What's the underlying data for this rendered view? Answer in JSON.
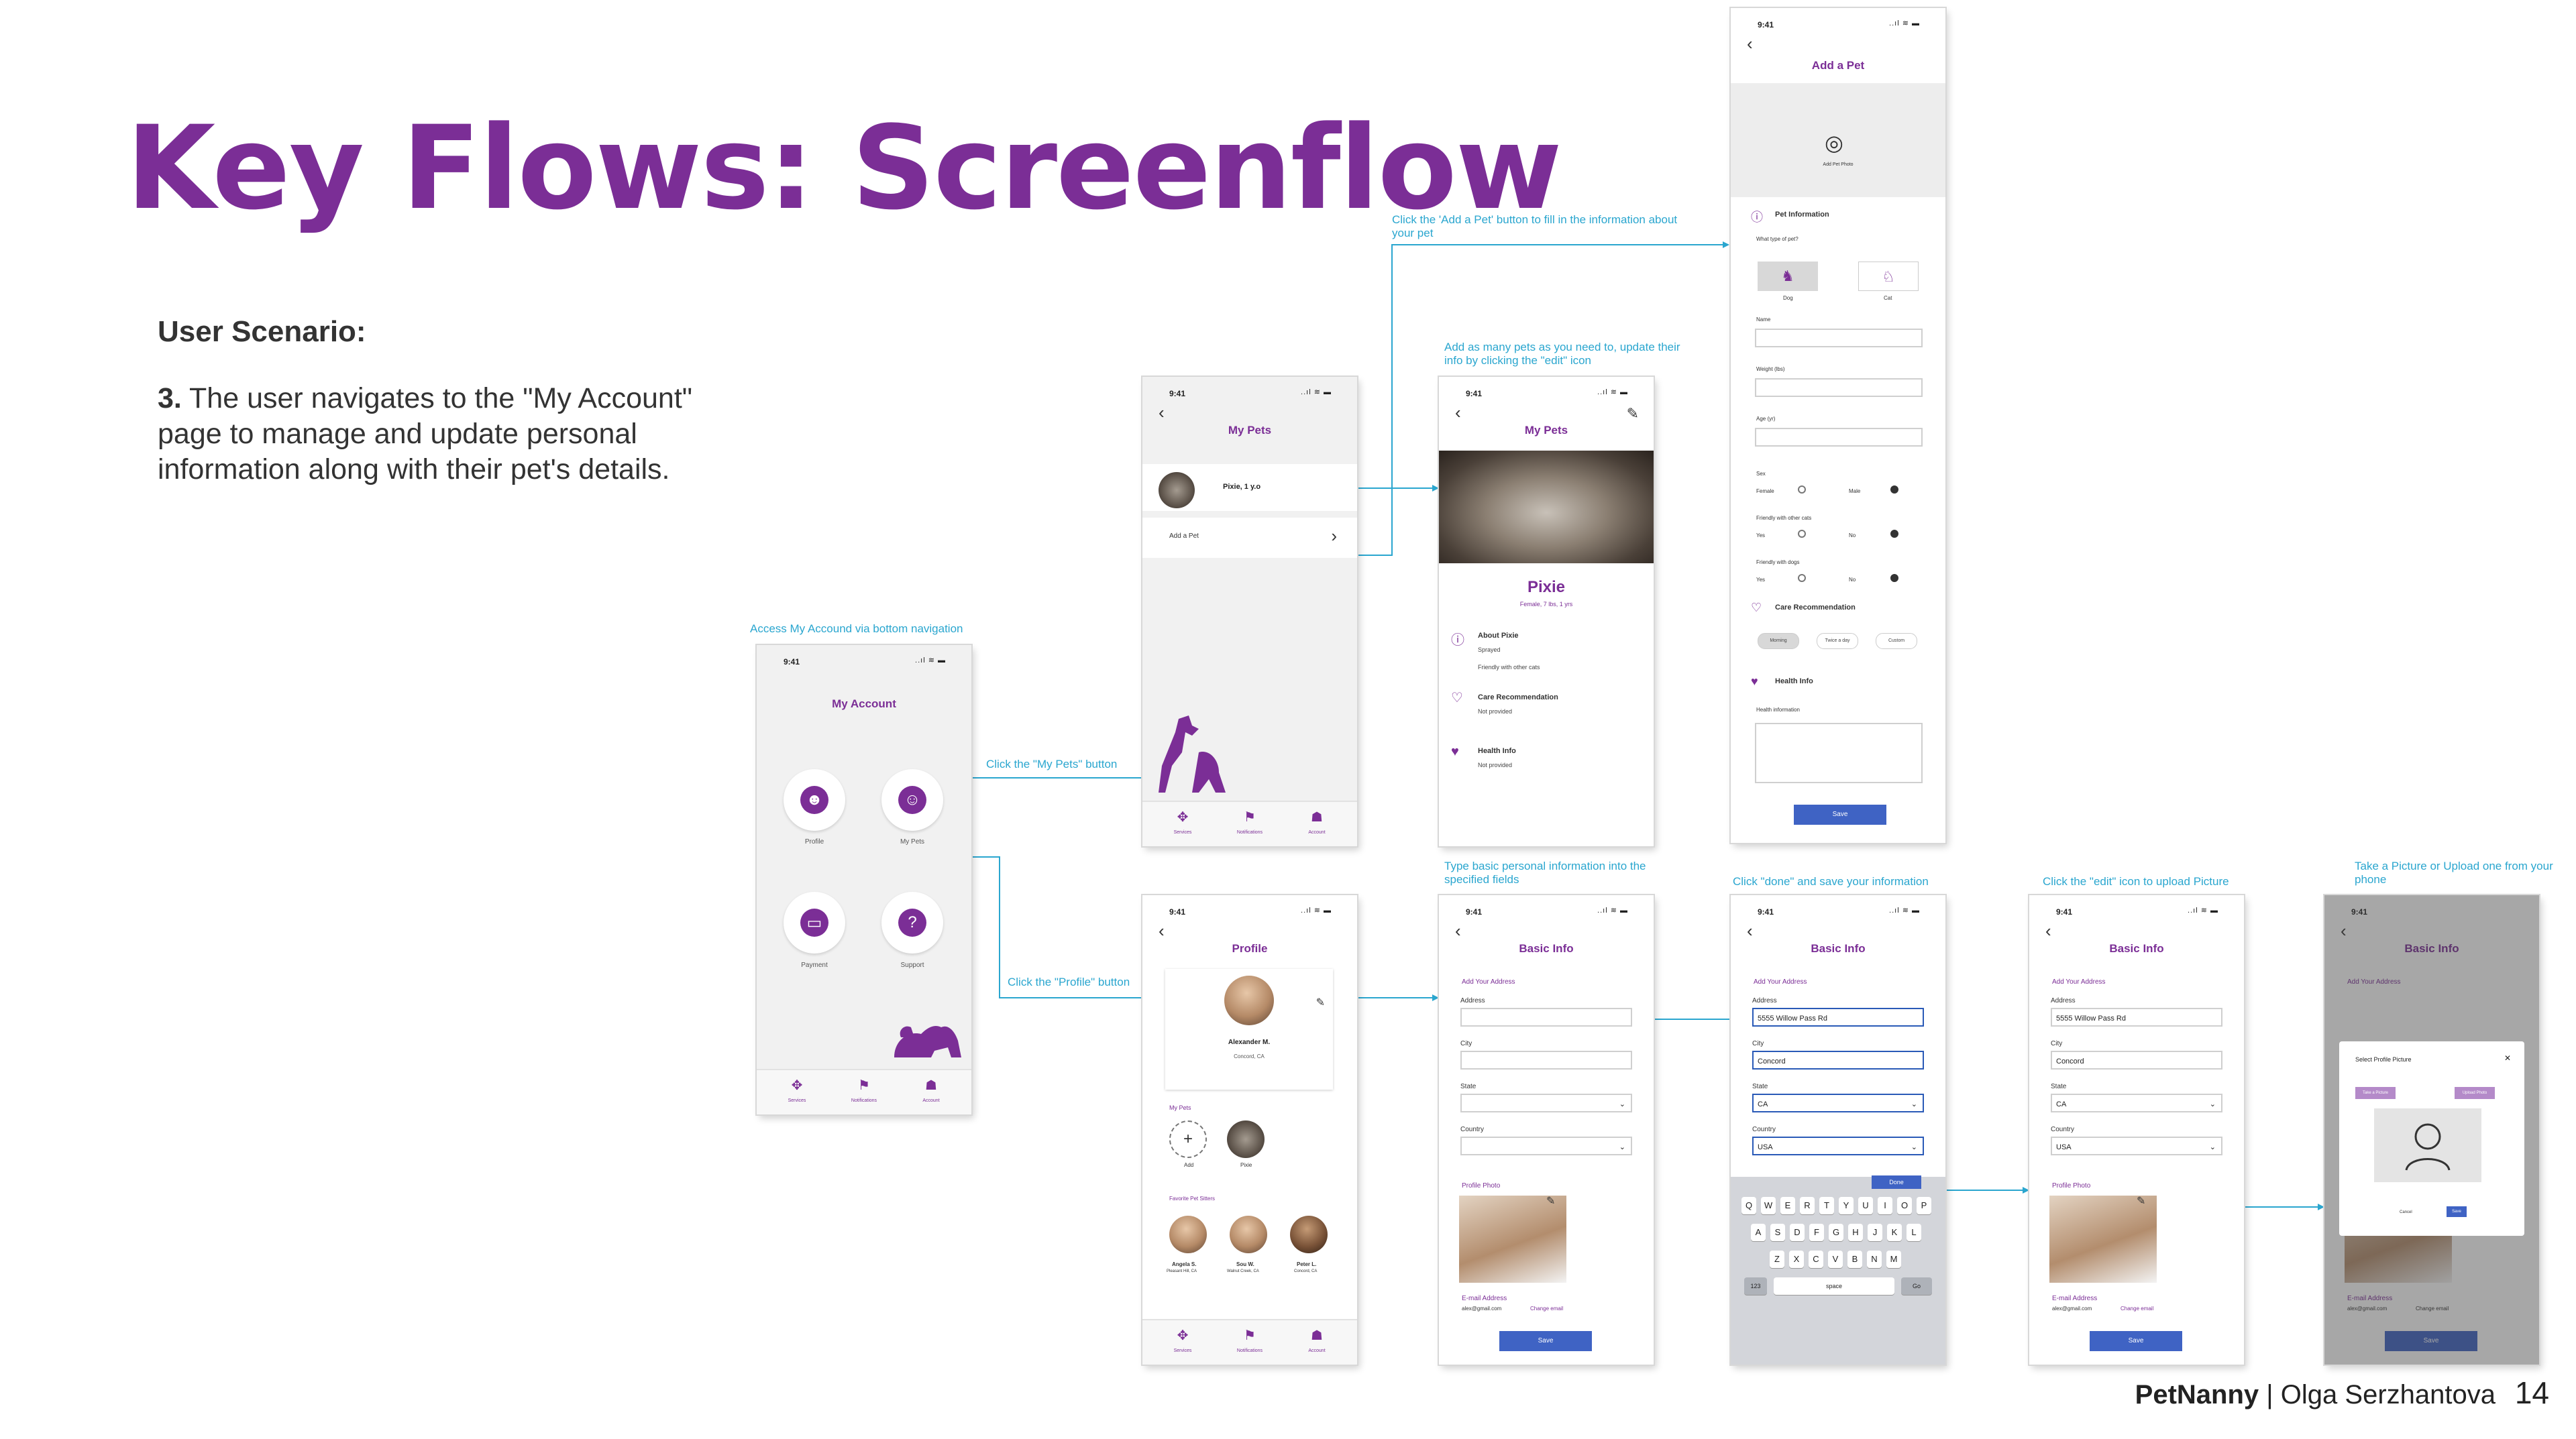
{
  "title": "Key Flows: Screenflow",
  "scenario": {
    "heading": "User Scenario:",
    "step_num": "3.",
    "step_text": " The user navigates to the \"My Account\" page to manage and update personal information along with their pet's details."
  },
  "footer": {
    "brand": "PetNanny",
    "sep": " | ",
    "author": "Olga Serzhantova",
    "page": "14"
  },
  "annotations": {
    "access": "Access My Accound via bottom navigation",
    "mypets": "Click the \"My Pets\" button",
    "profile": "Click the \"Profile\" button",
    "addpet": "Click the 'Add a Pet' button to fill in the information about your pet",
    "addmany": "Add as many pets as you need to, update their info by clicking the \"edit\" icon",
    "typebasic": "Type basic personal information into the specified fields",
    "done": "Click \"done\" and save your information",
    "editicon": "Click  the \"edit\" icon to upload Picture",
    "takepic": "Take a Picture or Upload one from your phone"
  },
  "status": {
    "time": "9:41",
    "icons": "..ıl ≋ ▬"
  },
  "icons": {
    "back": "‹",
    "edit": "✎",
    "chevron": "›",
    "close": "✕",
    "plus": "+"
  },
  "nav": {
    "services": "Services",
    "notifications": "Notifications",
    "account": "Account"
  },
  "my_account": {
    "title": "My Account",
    "tiles": [
      {
        "label": "Profile",
        "icon": "☻"
      },
      {
        "label": "My Pets",
        "icon": "☺"
      },
      {
        "label": "Payment",
        "icon": "▭"
      },
      {
        "label": "Support",
        "icon": "?"
      }
    ]
  },
  "my_pets_list": {
    "title": "My Pets",
    "pet": "Pixie, 1 y.o",
    "add": "Add a Pet"
  },
  "pet_detail": {
    "title": "My Pets",
    "name": "Pixie",
    "meta": "Female, 7 lbs, 1 yrs",
    "about_head": "About Pixie",
    "about_1": "Sprayed",
    "about_2": "Friendly with other cats",
    "care_head": "Care Recommendation",
    "care_val": "Not provided",
    "health_head": "Health Info",
    "health_val": "Not provided"
  },
  "add_pet": {
    "title": "Add a Pet",
    "photo": "Add Pet Photo",
    "info_head": "Pet Information",
    "type_q": "What type of pet?",
    "dog": "Dog",
    "cat": "Cat",
    "name": "Name",
    "weight": "Weight (lbs)",
    "age": "Age (yr)",
    "sex": "Sex",
    "female": "Female",
    "male": "Male",
    "cats_q": "Friendly with other cats",
    "dogs_q": "Friendly with dogs",
    "yes": "Yes",
    "no": "No",
    "care_head": "Care Recommendation",
    "care_opts": [
      "Morning",
      "Twice a day",
      "Custom"
    ],
    "health_head": "Health Info",
    "health_lbl": "Health information",
    "save": "Save"
  },
  "profile": {
    "title": "Profile",
    "name": "Alexander M.",
    "loc": "Concord, CA",
    "mypets": "My Pets",
    "add": "Add",
    "pixie": "Pixie",
    "sitters_head": "Favorite Pet Sitters",
    "sitters": [
      {
        "name": "Angela S.",
        "loc": "Pleasant Hill, CA"
      },
      {
        "name": "Sou W.",
        "loc": "Walnut Creek, CA"
      },
      {
        "name": "Peter L.",
        "loc": "Concord, CA"
      }
    ]
  },
  "basic_info": {
    "title": "Basic Info",
    "add_addr": "Add Your Address",
    "address": "Address",
    "city": "City",
    "state": "State",
    "country": "Country",
    "photo": "Profile Photo",
    "email_head": "E-mail Address",
    "email": "alex@gmail.com",
    "change": "Change email",
    "save": "Save",
    "addr_val": "5555 Willow Pass Rd",
    "city_val": "Concord",
    "state_val": "CA",
    "country_val": "USA",
    "done": "Done",
    "select_head": "Select Profile Picture",
    "take": "Take a Picture",
    "upload": "Upload Photo",
    "cancel": "Cancel",
    "ok": "Save"
  },
  "keyboard": {
    "row1": [
      "Q",
      "W",
      "E",
      "R",
      "T",
      "Y",
      "U",
      "I",
      "O",
      "P"
    ],
    "row2": [
      "A",
      "S",
      "D",
      "F",
      "G",
      "H",
      "J",
      "K",
      "L"
    ],
    "row3": [
      "Z",
      "X",
      "C",
      "V",
      "B",
      "N",
      "M"
    ],
    "num": "123",
    "space": "space",
    "go": "Go"
  }
}
